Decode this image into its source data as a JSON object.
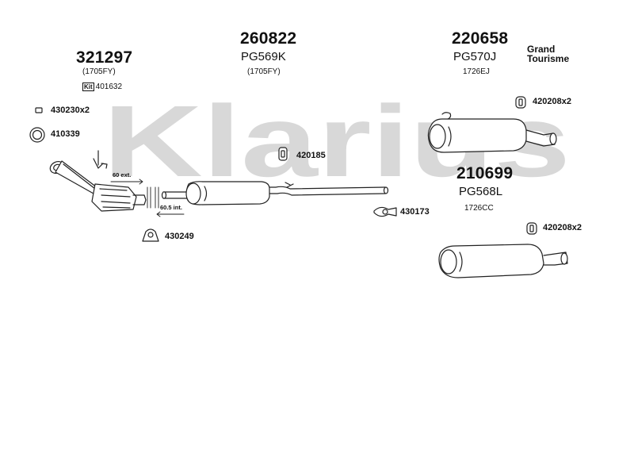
{
  "watermark": {
    "text": "Klarius",
    "color": "#d8d8d8"
  },
  "groups": [
    {
      "id": "g1",
      "part_number": "321297",
      "code": "",
      "subcode": "(1705FY)",
      "kit_label": "Kit",
      "kit_number": "401632"
    },
    {
      "id": "g2",
      "part_number": "260822",
      "code": "PG569K",
      "subcode": "(1705FY)"
    },
    {
      "id": "g3",
      "part_number": "220658",
      "code": "PG570J",
      "subcode": "1726EJ"
    },
    {
      "id": "g4",
      "part_number": "210699",
      "code": "PG568L",
      "subcode": "1726CC"
    }
  ],
  "variant_label": {
    "line1": "Grand",
    "line2": "Tourisme"
  },
  "fittings": [
    {
      "id": "f1",
      "label": "430230x2",
      "icon": "clamp-small-icon"
    },
    {
      "id": "f2",
      "label": "410339",
      "icon": "gasket-ring-icon"
    },
    {
      "id": "f3",
      "label": "420185",
      "icon": "rubber-mount-icon"
    },
    {
      "id": "f4",
      "label": "430173",
      "icon": "flange-gasket-icon"
    },
    {
      "id": "f5",
      "label": "430249",
      "icon": "pipe-clamp-icon"
    },
    {
      "id": "f6",
      "label": "420208x2",
      "icon": "rubber-hanger-icon"
    },
    {
      "id": "f7",
      "label": "420208x2",
      "icon": "rubber-hanger-icon"
    }
  ],
  "dimensions": {
    "ext": "60 ext.",
    "int": "60.5 int."
  }
}
